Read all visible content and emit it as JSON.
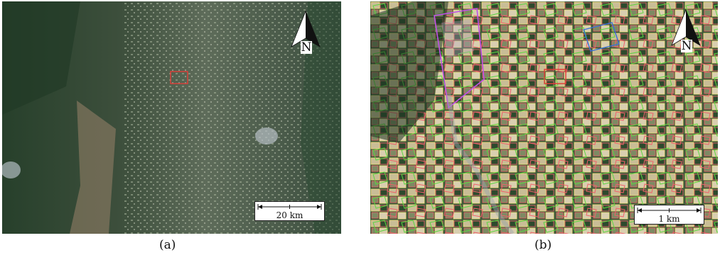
{
  "panels": [
    {
      "caption": "(a)",
      "north_label": "N",
      "scale_label": "20 km",
      "description_icon": "north-arrow-icon",
      "highlight_color": "#e0403a"
    },
    {
      "caption": "(b)",
      "north_label": "N",
      "scale_label": "1 km",
      "description_icon": "north-arrow-icon",
      "highlight_color": "#e0403a"
    }
  ],
  "colors": {
    "field_outline_red": "#f0606a",
    "field_outline_yellow": "#f5e07a",
    "field_outline_green": "#5cd640",
    "field_outline_purple": "#c050e8",
    "field_outline_blue": "#3a70d8"
  }
}
